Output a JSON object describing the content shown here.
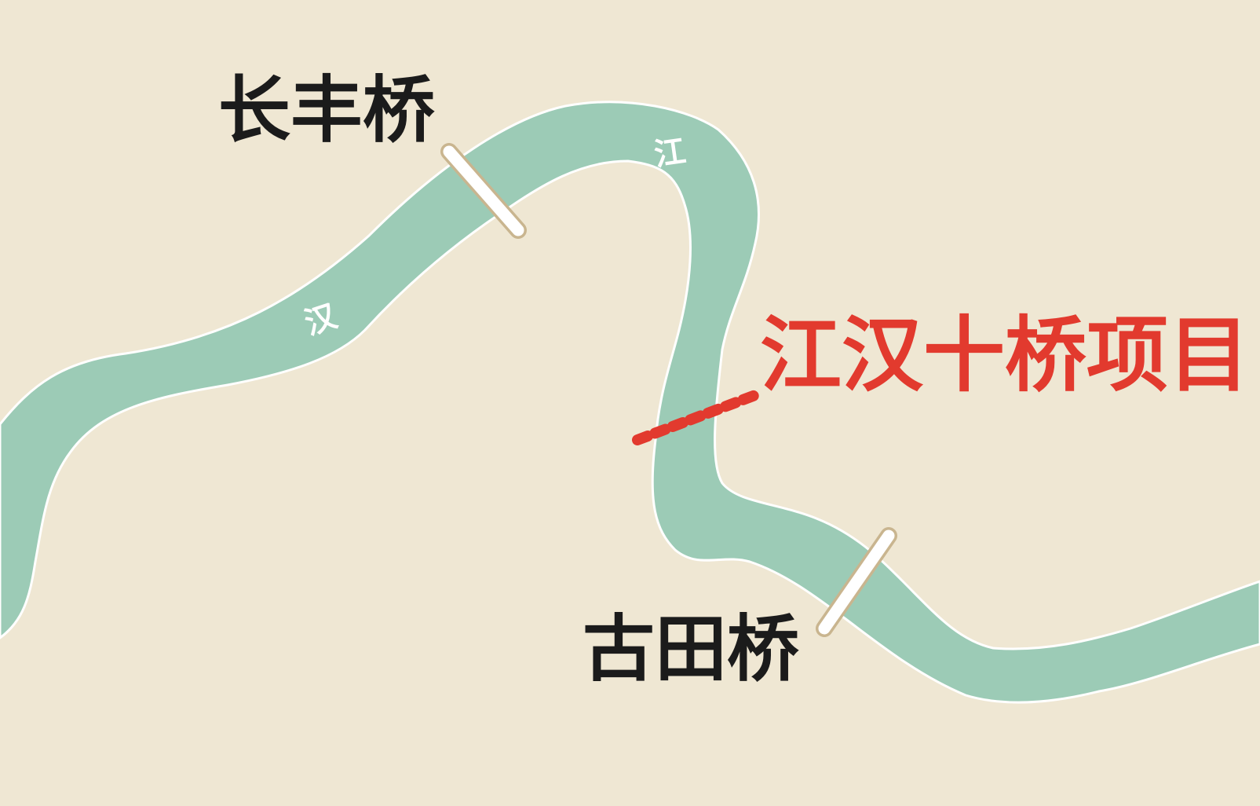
{
  "map": {
    "colors": {
      "background": "#efe7d3",
      "river": "#9ccbb6",
      "river_edge": "#ffffff",
      "bridge": "#ffffff",
      "bridge_outline": "#c9b58f",
      "project": "#e23a2e",
      "label": "#1b1b1b"
    },
    "river_name_chars": [
      "汉",
      "江"
    ],
    "bridges": [
      {
        "name": "长丰桥",
        "status": "existing"
      },
      {
        "name": "古田桥",
        "status": "existing"
      }
    ],
    "project": {
      "name": "江汉十桥项目",
      "status": "planned",
      "line_style": "dashed"
    }
  }
}
